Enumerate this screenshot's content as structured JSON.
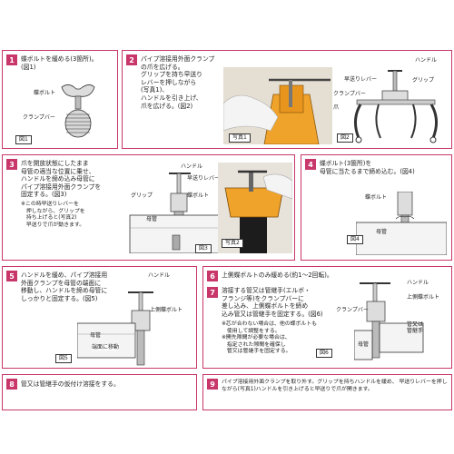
{
  "steps": {
    "s1": {
      "num": "1",
      "text": "蝶ボルトを緩める(3箇所)。\n(図1)",
      "labels": {
        "wing_bolt": "蝶ボルト",
        "clamp_bar": "クランプバー"
      },
      "caption": "図1"
    },
    "s2": {
      "num": "2",
      "text": "パイプ溶接用外面クランプ\nの爪を広げる。\nグリップを持ち早送り\nレバーを押しながら\n(写真1)、\nハンドルを引き上げ、\n爪を広げる。(図2)",
      "photo_caption": "写真1",
      "labels": {
        "handle": "ハンドル",
        "quick_lever": "早送りレバー",
        "grip": "グリップ",
        "clamp_bar": "クランプバー",
        "claw": "爪"
      },
      "caption": "図2"
    },
    "s3": {
      "num": "3",
      "text": "爪を開放状態にしたまま\n母管の適当な位置に乗せ、\nハンドルを締め込み母管に\nパイプ溶接用外面クランプを\n固定する。(図3)",
      "note": "※この時早送りレバーを\n　押しながら、グリップを\n　持ち上げると(写真2)\n　早送りで爪が動きます。",
      "labels": {
        "handle": "ハンドル",
        "quick_lever": "早送りレバー",
        "grip": "グリップ",
        "wing_bolt": "蝶ボルト",
        "main_pipe": "母管"
      },
      "caption": "図3",
      "photo_caption": "写真2"
    },
    "s4": {
      "num": "4",
      "text": "蝶ボルト(3箇所)を\n母管に当たるまで締め込む。(図4)",
      "labels": {
        "wing_bolt": "蝶ボルト",
        "main_pipe": "母管"
      },
      "caption": "図4"
    },
    "s5": {
      "num": "5",
      "text": "ハンドルを緩め、パイプ溶接用\n外面クランプを母管の端面に\n移動し、ハンドルを締め母管に\nしっかりと固定する。(図5)",
      "labels": {
        "handle": "ハンドル",
        "upper_wing_bolt": "上側蝶ボルト",
        "main_pipe": "母管",
        "move_to_end": "端面に移動"
      },
      "caption": "図5"
    },
    "s6": {
      "num": "6",
      "text": "上側蝶ボルトのみ緩める(約1～2回転)。"
    },
    "s7": {
      "num": "7",
      "text": "溶接する管又は管継手(エルボ・\nフランジ等)をクランプバーに\n差し込み、上側蝶ボルトを締め\n込み管又は管継手を固定する。(図6)",
      "note": "※芯が合わない場合は、他の蝶ボルトも\n　使用して調整をする。\n※開先隙間が必要な場合は、\n　指定された隙間を確保し\n　管又は管継手を固定する。",
      "labels": {
        "handle": "ハンドル",
        "upper_wing_bolt": "上側蝶ボルト",
        "clamp_bar": "クランプバー",
        "fitting": "管又は\n管継手",
        "main_pipe": "母管"
      },
      "caption": "図6"
    },
    "s8": {
      "num": "8",
      "text": "管又は管継手の仮付け溶接をする。"
    },
    "s9": {
      "num": "9",
      "text": "パイプ溶接用外面クランプを取り外す。グリップを持ちハンドルを緩め、\n早送りレバーを押しながら(写真1)ハンドルを引き上げると早送りで爪が開きます。"
    }
  },
  "colors": {
    "accent": "#c8366a",
    "yellow": "#f0a32a"
  }
}
